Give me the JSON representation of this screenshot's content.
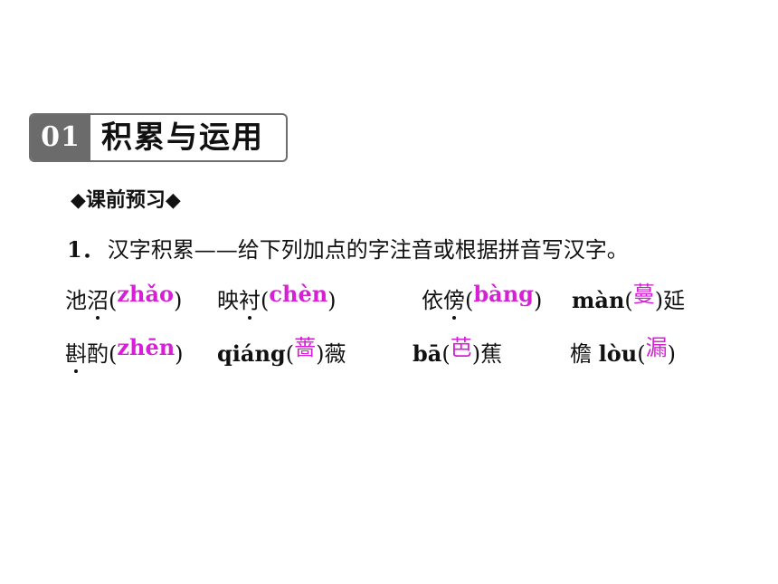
{
  "section": {
    "number": "01",
    "title": "积累与运用"
  },
  "subheading": "◆课前预习◆",
  "question": {
    "number": "1．",
    "text": "汉字积累——给下列加点的字注音或根据拼音写汉字。"
  },
  "items": [
    {
      "pre": "池",
      "dotted": "沼",
      "open": "(",
      "answer": "zhǎo",
      "close": ")",
      "post": ""
    },
    {
      "pre": "映",
      "dotted": "衬",
      "open": "(",
      "answer": "chèn",
      "close": ")",
      "post": ""
    },
    {
      "pre": "依",
      "dotted": "傍",
      "open": "(",
      "answer": "bàng",
      "close": ")",
      "post": ""
    },
    {
      "pinyin": "màn",
      "open": "(",
      "answer": "蔓",
      "close": ")",
      "post": "延"
    },
    {
      "dotted": "斟",
      "pre2": "酌",
      "open": "(",
      "answer": "zhēn",
      "close": ")",
      "post": ""
    },
    {
      "pinyin": "qiáng",
      "open": "(",
      "answer": "蔷",
      "close": ")",
      "post": "薇"
    },
    {
      "pinyin": "bā",
      "open": "(",
      "answer": "芭",
      "close": ")",
      "post": "蕉"
    },
    {
      "pre": "檐 ",
      "pinyin": "lòu",
      "open": "(",
      "answer": "漏",
      "close": ")",
      "post": ""
    }
  ],
  "colors": {
    "answer": "#d61fd6",
    "badge_fill": "#6b6b6b"
  }
}
